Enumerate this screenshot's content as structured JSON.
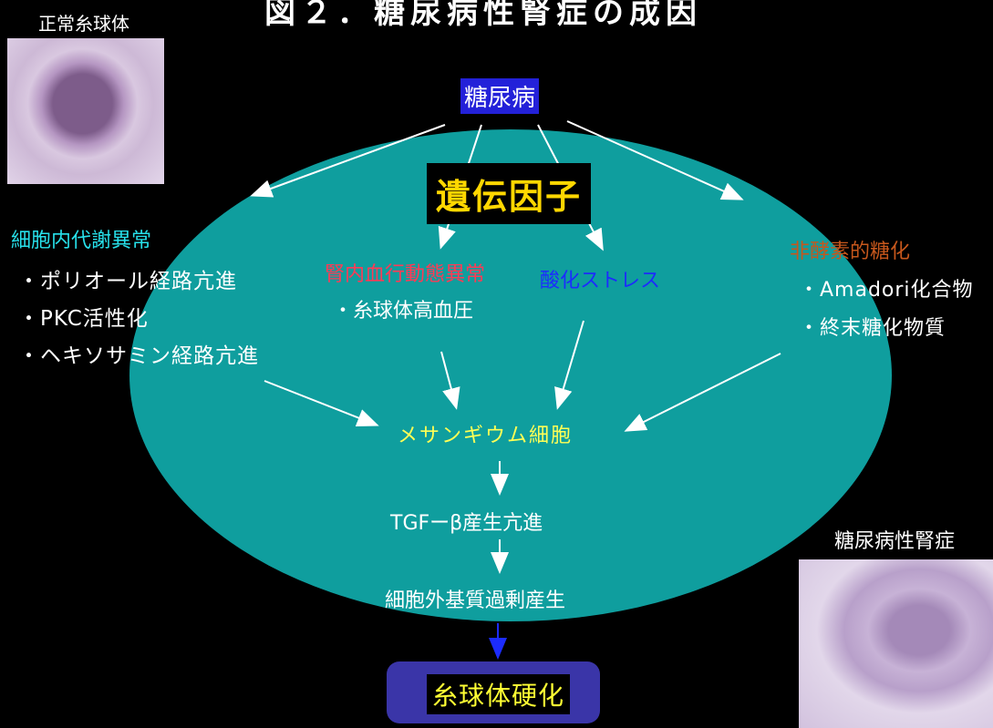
{
  "title": "図２．糖尿病性腎症の成因",
  "images": {
    "normal_glomerulus_label": "正常糸球体",
    "diabetic_nephropathy_label": "糖尿病性腎症"
  },
  "nodes": {
    "diabetes": "糖尿病",
    "genetic_factors": "遺伝因子",
    "metabolic_abnormality": {
      "heading": "細胞内代謝異常",
      "items": [
        "・ポリオール経路亢進",
        "・PKC活性化",
        "・ヘキソサミン経路亢進"
      ]
    },
    "renal_hemodynamics": {
      "heading": "腎内血行動態異常",
      "items": [
        "・糸球体高血圧"
      ]
    },
    "oxidative_stress": {
      "heading": "酸化ストレス"
    },
    "nonenzymatic_glycation": {
      "heading": "非酵素的糖化",
      "items": [
        "・Amadori化合物",
        "・終末糖化物質"
      ]
    },
    "mesangial_cells": "メサンギウム細胞",
    "tgf_beta": "TGFーβ産生亢進",
    "ecm_overproduction": "細胞外基質過剰産生",
    "glomerulosclerosis": "糸球体硬化"
  },
  "colors": {
    "background": "#000000",
    "ellipse": "#0f9e9e",
    "diabetes_box": "#2321d9",
    "genetic_text": "#ffd700",
    "metabolic_heading": "#27e0ea",
    "renal_heading": "#ff3a55",
    "oxidative_heading": "#1c2cff",
    "glycation_heading": "#c6571c",
    "mesangial_text": "#ffff55",
    "sclerosis_box": "#3a35a8",
    "final_arrow": "#1c2cff"
  }
}
